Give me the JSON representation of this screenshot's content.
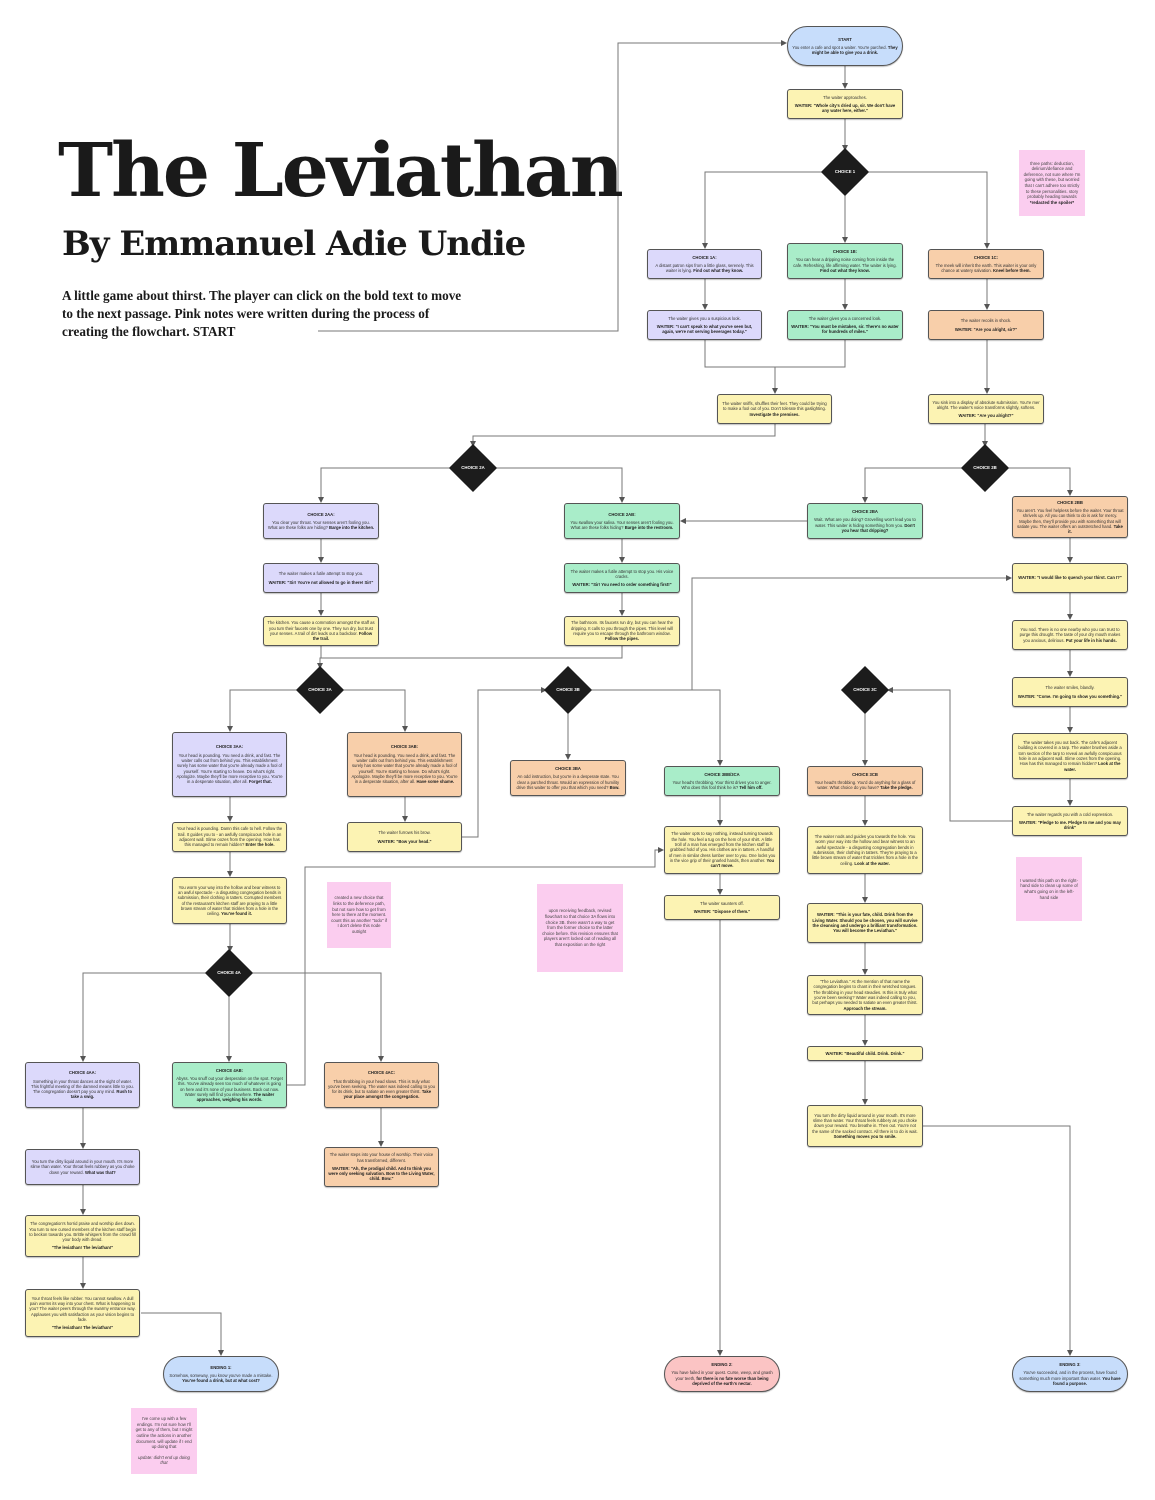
{
  "header": {
    "title": "The Leviathan",
    "subtitle": "By Emmanuel Adie Undie",
    "description": "A little game about thirst. The player can click on the bold text to move to the next passage. Pink notes were written during the process of creating the flowchart.",
    "start_link": "START"
  },
  "colors": {
    "purple": "#dcd9fb",
    "green": "#a9edc9",
    "orange": "#f8cfaa",
    "yellow": "#fcf3b3",
    "blue": "#c7ddfb",
    "red": "#fbc4c4",
    "note": "#fbcdef",
    "decision": "#1c1c1c"
  },
  "decisions": {
    "c1": "CHOICE 1",
    "c2a": "CHOICE 2A",
    "c2b": "CHOICE 2B",
    "c3a": "CHOICE 3A",
    "c3b": "CHOICE 3B",
    "c3c": "CHOICE 3C",
    "c4a": "CHOICE 4A"
  },
  "nodes": {
    "start": {
      "t": "START",
      "x": "You enter a cafe and spot a waiter. You're parched.",
      "a": "They might be able to give you a drink."
    },
    "waiter1": {
      "x": "The waiter approaches.",
      "w": "WAITER: \"Whole city's dried up, sir. We don't have any water here, either.\""
    },
    "c1a": {
      "t": "CHOICE 1A:",
      "x": "A distant patron sips from a little glass, serenely. This waiter is lying.",
      "a": "Find out what they know."
    },
    "c1b": {
      "t": "CHOICE 1B:",
      "x": "You can hear a dripping noise coming from inside the cafe. Refreshing, life affirming water. The waiter is lying.",
      "a": "Find out what they know."
    },
    "c1c": {
      "t": "CHOICE 1C:",
      "x": "The meek will inherit the earth. This waiter is your only chance at watery salvation.",
      "a": "Kneel before them."
    },
    "c1a2": {
      "x": "The waiter gives you a suspicious look.",
      "w": "WAITER: \"I can't speak to what you've seen but, again, we're not serving beverages today.\""
    },
    "c1b2": {
      "x": "The waiter gives you a concerned look.",
      "w": "WAITER: \"You must be mistaken, sir. There's no water for hundreds of miles.\""
    },
    "c1c2": {
      "x": "The waiter recoils in shock.",
      "w": "WAITER: \"Are you alright, sir?\""
    },
    "conv1": {
      "x": "The waiter sniffs, shuffles their feet. They could be trying to make a fool out of you. Don't tolerate this gaslighting.",
      "a": "Investigate the premises."
    },
    "conv2": {
      "x": "You sink into a display of absolute submission. You're mer alright. The waiter's voice transforms slightly, softens.",
      "w": "WAITER: \"Are you alright?\""
    },
    "c2aa": {
      "t": "CHOICE 2AA:",
      "x": "You clear your throat. Your senses aren't fooling you. What are these folks are hiding?",
      "a": "Barge into the kitchen."
    },
    "c2ab": {
      "t": "CHOICE 2AB:",
      "x": "You swallow your saliva. Your senses aren't fooling you. What are these folks hiding?",
      "a": "Barge into the restroom."
    },
    "c2ba": {
      "t": "CHOICE 2BA",
      "x": "Wait. What are you doing? Grovelling won't lead you to water. This waiter is hiding something from you.",
      "a": "Don't you hear that dripping?"
    },
    "c2bb": {
      "t": "CHOICE 2BB",
      "x": "You aren't. You feel helpless before the waiter. Your throat shrivels up. All you can think to do is ask for mercy. Maybe then, they'll provide you with something that will satiate you. The waiter offers an outstretched hand.",
      "a": "Take it."
    },
    "c2aa2": {
      "x": "The waiter makes a futile attempt to stop you.",
      "w": "WAITER: \"Sir! You're not allowed to go in there! Sir!\""
    },
    "c2ab2": {
      "x": "The waiter makes a futile attempt to stop you. His voice cracks.",
      "w": "WAITER: \"Sir! You need to order something first!\""
    },
    "c2aa3": {
      "x": "The kitchen. You cause a commotion amongst the staff as you turn their faucets one by one. They run dry, but trust your senses. A trail of dirt leads out a backdoor.",
      "a": "Follow the trail."
    },
    "c2ab3": {
      "x": "The bathroom. Its faucets run dry, but you can hear the dripping. It calls to you through the pipes. This level will require you to escape through the bathroom window.",
      "a": "Follow the pipes."
    },
    "r1": {
      "w": "WAITER: \"I would like to quench your thirst. Can I?\""
    },
    "r2": {
      "x": "You nod. There is no one nearby who you can trust to purge this drought. The taste of your dry mouth makes you anxious, delirious.",
      "a": "Put your life in his hands."
    },
    "r3": {
      "x": "The waiter smiles, blandly.",
      "w": "WAITER: \"Come. I'm going to show you something.\""
    },
    "r4": {
      "x": "The waiter takes you out back. The cafe's adjacent building is covered in a tarp. The waiter brushes aside a torn section of the tarp to reveal an awfully conspicuous hole in an adjacent wall. Slime oozes from the opening. How has this managed to remain hidden?",
      "a": "Look at the water."
    },
    "r5": {
      "x": "The waiter regards you with a cold expression.",
      "w": "WAITER: \"Pledge to me. Pledge to me and you may drink\""
    },
    "c3aa": {
      "t": "CHOICE 3AA:",
      "x": "Your head is pounding. You need a drink, and fast. The waiter calls out from behind you. This establishment surely has some water that you're already made a fool of yourself. You're starting to heave. Do what's right. Apologize. Maybe they'll be more receptive to you. You're in a desperate situation, after all.",
      "a": "Forget that."
    },
    "c3ab": {
      "t": "CHOICE 3AB:",
      "x": "Your head is pounding. You need a drink, and fast. The waiter calls out from behind you. This establishment surely has some water that you're already made a fool of yourself. You're starting to heave. Do what's right. Apologize. Maybe they'll be more receptive to you. You're in a desperate situation, after all.",
      "a": "Have some shame."
    },
    "c3ba": {
      "t": "CHOICE 3BA",
      "x": "An odd instruction, but you're in a desperate state. You clear a parched throat. Would an expression of humility drive this waiter to offer you that which you need?",
      "a": "Bow."
    },
    "c3bb": {
      "t": "CHOICE 3BB/3CA",
      "x": "Your head's throbbing. Your thirst drives you to anger. Who does this fool think he is?",
      "a": "Tell him off."
    },
    "c3cb": {
      "t": "CHOICE 3CB",
      "x": "Your head's throbbing. You'd do anything for a glass of water. What choice do you have?",
      "a": "Take the pledge."
    },
    "c3aa2": {
      "x": "Your head is pounding. Damn this cafe to hell. Follow the trail. It guides you to - an awfully conspicuous hole in an adjacent wall. Slime oozes from the opening. How has this managed to remain hidden?",
      "a": "Enter the hole."
    },
    "c3ab2": {
      "x": "The waiter furrows his brow.",
      "w": "WAITER: \"Bow your head.\""
    },
    "c3aa3": {
      "x": "You worm your way into the hollow and bear witness to an awful spectacle - a disgusting congregation bends in submission, their clothing in tatters. Corrupted members of the restaurant's kitchen staff are praying to a little brown stream of water that trickles from a hole in the ceiling.",
      "a": "You've found it."
    },
    "c3ca2": {
      "x": "The waiter opts to say nothing, instead turning towards the hole. You feel a tug on the hem of your shirt. A little troll of a man has emerged from the kitchen staff to grabbed hold of you. His clothes are in tatters. A handful of men in similar dress lumber over to you. One locks you in the vice grip of their gnarled hands, then another.",
      "a": "You can't move."
    },
    "c3ca3": {
      "x": "The waiter saunters off.",
      "w": "WAITER: \"Dispose of them.\""
    },
    "c3cb2": {
      "x": "The waiter nods and guides you towards the hole. You worm your way into the hollow and bear witness to an awful spectacle - a disgusting congregation bends in submission, their clothing in tatters. They're praying to a little brown stream of water that trickles from a hole in the ceiling.",
      "a": "Look at the water."
    },
    "c3cb3": {
      "w": "WAITER: \"This is your fate, child. Drink from the Living Water. Should you be chosen, you will survive the cleansing and undergo a brilliant transformation. You will become the Leviathan.\""
    },
    "c3cb4": {
      "x": "\"The Leviathan.\" At the mention of that name the congregation begins to chant in their wretched tongues. The throbbing in your head steadies. Is this is truly what you've been seeking? Water was indeed calling to you, but perhaps you needed to satiate an even greater thirst.",
      "a": "Approach the stream."
    },
    "c3cb5": {
      "w": "WAITER: \"Beautiful child. Drink. Drink.\""
    },
    "c3cb6": {
      "x": "You turn the dirty liquid around in your mouth. It's more slime than water. Your throat feels rubbery as you choke down your reward. You breathe in. Then out. You're not the same of the sacked contract. All there is to do is wait.",
      "a": "Something moves you to smile."
    },
    "c4aa": {
      "t": "CHOICE 4AA:",
      "x": "Something in your throat dances at the sight of water. This frightful meeting of the damned means little to you. The congregation doesn't pay you any mind.",
      "a": "Rush to take a swig."
    },
    "c4ab": {
      "t": "CHOICE 4AB:",
      "x": "Abyss. You snuff out your desperation on the spot. Forget this. You've already seen too much of whatever is going on here and it's none of your business. Back out now. Water surely will find you elsewhere.",
      "a": "The waiter approaches, weighing his words."
    },
    "c4ac": {
      "t": "CHOICE 4AC:",
      "x": "That throbbing in your head slows. This is truly what you've been seeking. The water was indeed calling to you for its drink, but to satiate an even greater thirst.",
      "a": "Take your place amongst the congregation."
    },
    "c4aa2": {
      "x": "You turn the dirty liquid around in your mouth. It's more slime than water. Your throat feels rubbery as you choke down your reward.",
      "a": "What was that?"
    },
    "c4ac2": {
      "x": "The waiter steps into your house of worship. Their voice has transformed, different.",
      "w": "WAITER: \"Ah, the prodigal child. And to think you were only seeking salvation. Bow to the Living Water, child. Bow.\""
    },
    "c4aa3": {
      "x": "The congregation's horrid praise and worship dies down. You turn to see cursed members of the kitchen staff begin to beckon towards you. Brittle whispers from the crowd fill your body with dread.",
      "w": "\"The leviathan! The leviathan!\""
    },
    "c4aa4": {
      "x": "Your throat feels like rubber. You cannot swallow. A dull pain worms its way into your chest. What is happening to you? The waiter peers through the swarmy entrance way. Applauses you with satisfaction as your vision begins to fade.",
      "w": "\"The leviathan! The leviathan!\""
    },
    "end1": {
      "t": "ENDING 1:",
      "x": "Somehow, someway, you know you've made a mistake.",
      "a": "You've found a drink, but at what cost?"
    },
    "end2": {
      "t": "ENDING 2:",
      "x": "You have failed in your quest. Curse, weep, and gnash your teeth,",
      "a": "for there is no fate worse than being deprived of the earth's nectar."
    },
    "end3": {
      "t": "ENDING 3:",
      "x": "You've succeeded, and in the process, have found something much more important than water.",
      "a": "You have found a purpose."
    }
  },
  "notes": {
    "n1": {
      "x": "three paths: deduction, delirium/defiance and deference, not sure where I'm going with these, but worried that I can't adhere too strictly to these personalities. story probably heading towards",
      "a": "*redacted the spoiler*"
    },
    "n2": {
      "x": "created a new choice that links to the deference path, but not sure how to get from here to there at the moment. count this as another \"todo\" if I don't delete this node outright"
    },
    "n3": {
      "x": "upon receiving feedback, revised flowchart so that choice 3A flows into choice 3B. there wasn't a way to get from the former choice to the latter choice before. this revision ensures that players aren't locked out of reading all that exposition on the right"
    },
    "n4": {
      "x": "I wanted this path on the right-hand side to clean up some of what's going on in the left-hand side"
    },
    "n5": {
      "x": "I've come up with a few endings. I'm not sure how I'll get to any of them, but I might outline the actions in another document. will update if I end up doing that",
      "a2": "update: didn't end up doing that"
    }
  }
}
